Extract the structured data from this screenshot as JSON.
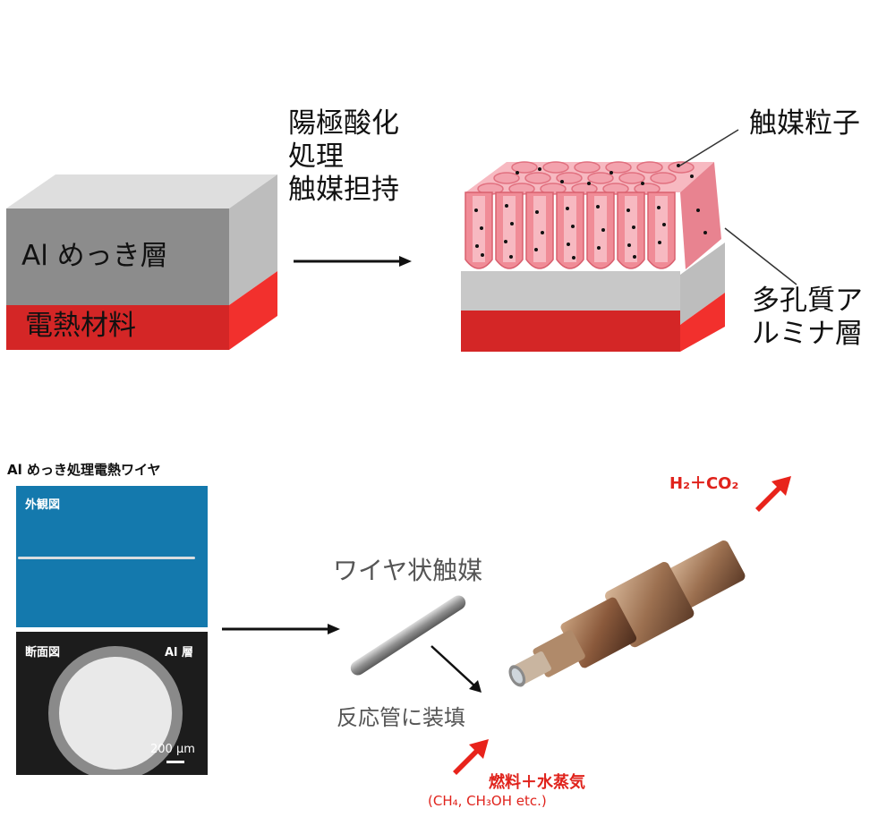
{
  "top": {
    "left_block": {
      "al_layer_label": "Al めっき層",
      "heater_label": "電熱材料"
    },
    "process_label": "陽極酸化\n処理\n触媒担持",
    "right_block": {
      "catalyst_label": "触媒粒子",
      "alumina_label": "多孔質ア\nルミナ層"
    }
  },
  "bottom": {
    "wire_title": "Al めっき処理電熱ワイヤ",
    "photo_exterior_label": "外観図",
    "photo_section_label": "断面図",
    "al_layer_short": "Al 層",
    "scale_label": "200 μm",
    "wire_catalyst_label": "ワイヤ状触媒",
    "install_label": "反応管に装填",
    "output_label": "H₂＋CO₂",
    "input_label": "燃料＋水蒸気",
    "input_sub_label": "(CH₄, CH₃OH etc.)"
  },
  "colors": {
    "al_gray": "#8c8c8c",
    "heater_red": "#d42626",
    "alumina_pink": "#f08c97",
    "arrow_red": "#e8231b",
    "photo_blue": "#1479ad"
  }
}
